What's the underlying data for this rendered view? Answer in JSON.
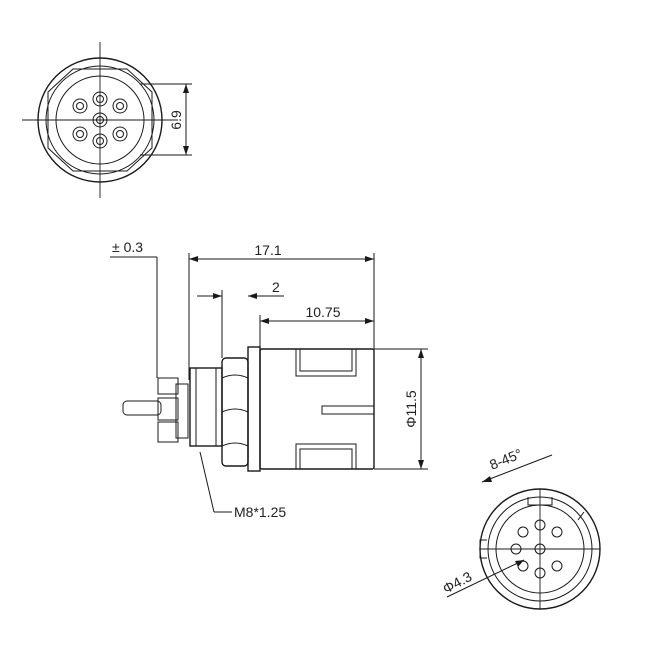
{
  "dimensions": {
    "front_height": "6.9",
    "tolerance": "± 0.3",
    "overall_length": "17.1",
    "nut_width": "2",
    "body_length": "10.75",
    "body_diameter": "Φ11.5",
    "thread": "M8*1.25",
    "pin_angle": "8-45°",
    "pin_circle": "Φ4.3"
  }
}
